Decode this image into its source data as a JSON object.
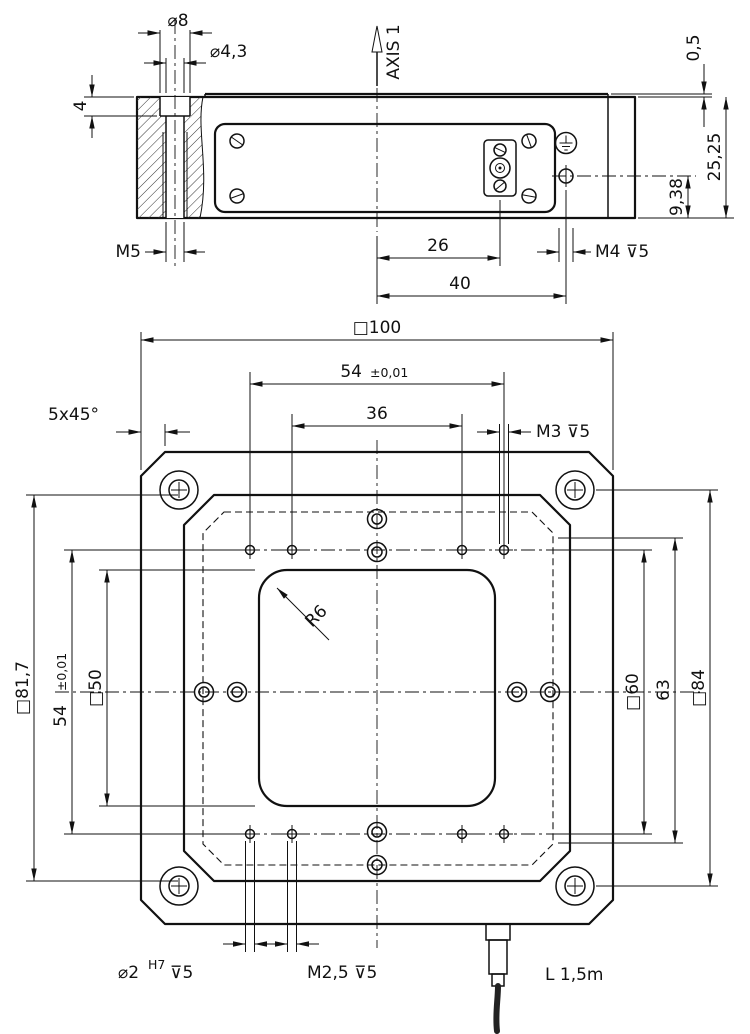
{
  "side": {
    "d8": "⌀8",
    "d43": "⌀4,3",
    "depth4": "4",
    "axis": "AXIS 1",
    "lip": "0,5",
    "h2525": "25,25",
    "h938": "9,38",
    "m5": "M5",
    "w26": "26",
    "w40": "40",
    "m4": "M4 ⊽5"
  },
  "plan": {
    "sq100": "□100",
    "p54": "54",
    "p54tol": "±0,01",
    "p36": "36",
    "m3": "M3 ⊽5",
    "chamfer": "5x45°",
    "sq817": "□81,7",
    "v54": "54",
    "v54tol": "±0,01",
    "sq50": "□50",
    "r6": "R6",
    "sq60": "□60",
    "d63": "63",
    "sq84": "□84",
    "dowel_d": "⌀2",
    "dowel_fit": "H7",
    "dowel_depth": "⊽5",
    "m25": "M2,5 ⊽5",
    "cable": "L 1,5m"
  }
}
